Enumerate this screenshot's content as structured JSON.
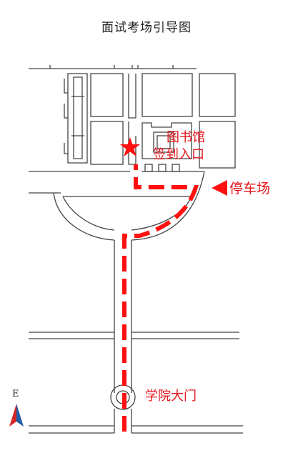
{
  "title": "面试考场引导图",
  "labels": {
    "library_line1": "图书馆",
    "library_line2": "签到入口",
    "parking": "停车场",
    "gate": "学院大门"
  },
  "compass": {
    "letter": "E",
    "colors": [
      "#d62828",
      "#1f5fa8"
    ]
  },
  "colors": {
    "route": "#ff1010",
    "label": "#e8141b",
    "lines": "#444444"
  },
  "icons": [
    "star-icon",
    "triangle-left-icon",
    "compass-arrow-icon"
  ]
}
